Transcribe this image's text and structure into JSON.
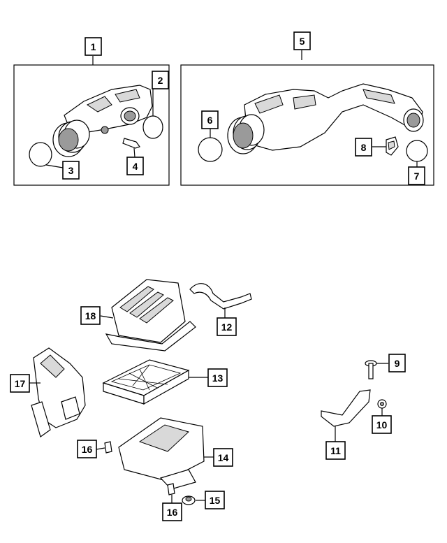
{
  "callouts": {
    "c1": "1",
    "c2": "2",
    "c3": "3",
    "c4": "4",
    "c5": "5",
    "c6": "6",
    "c7": "7",
    "c8": "8",
    "c9": "9",
    "c10": "10",
    "c11": "11",
    "c12": "12",
    "c13": "13",
    "c14": "14",
    "c15": "15",
    "c16a": "16",
    "c16b": "16",
    "c17": "17",
    "c18": "18"
  },
  "colors": {
    "line": "#000000",
    "fill": "#ffffff",
    "shade": "#d9d9d9"
  }
}
